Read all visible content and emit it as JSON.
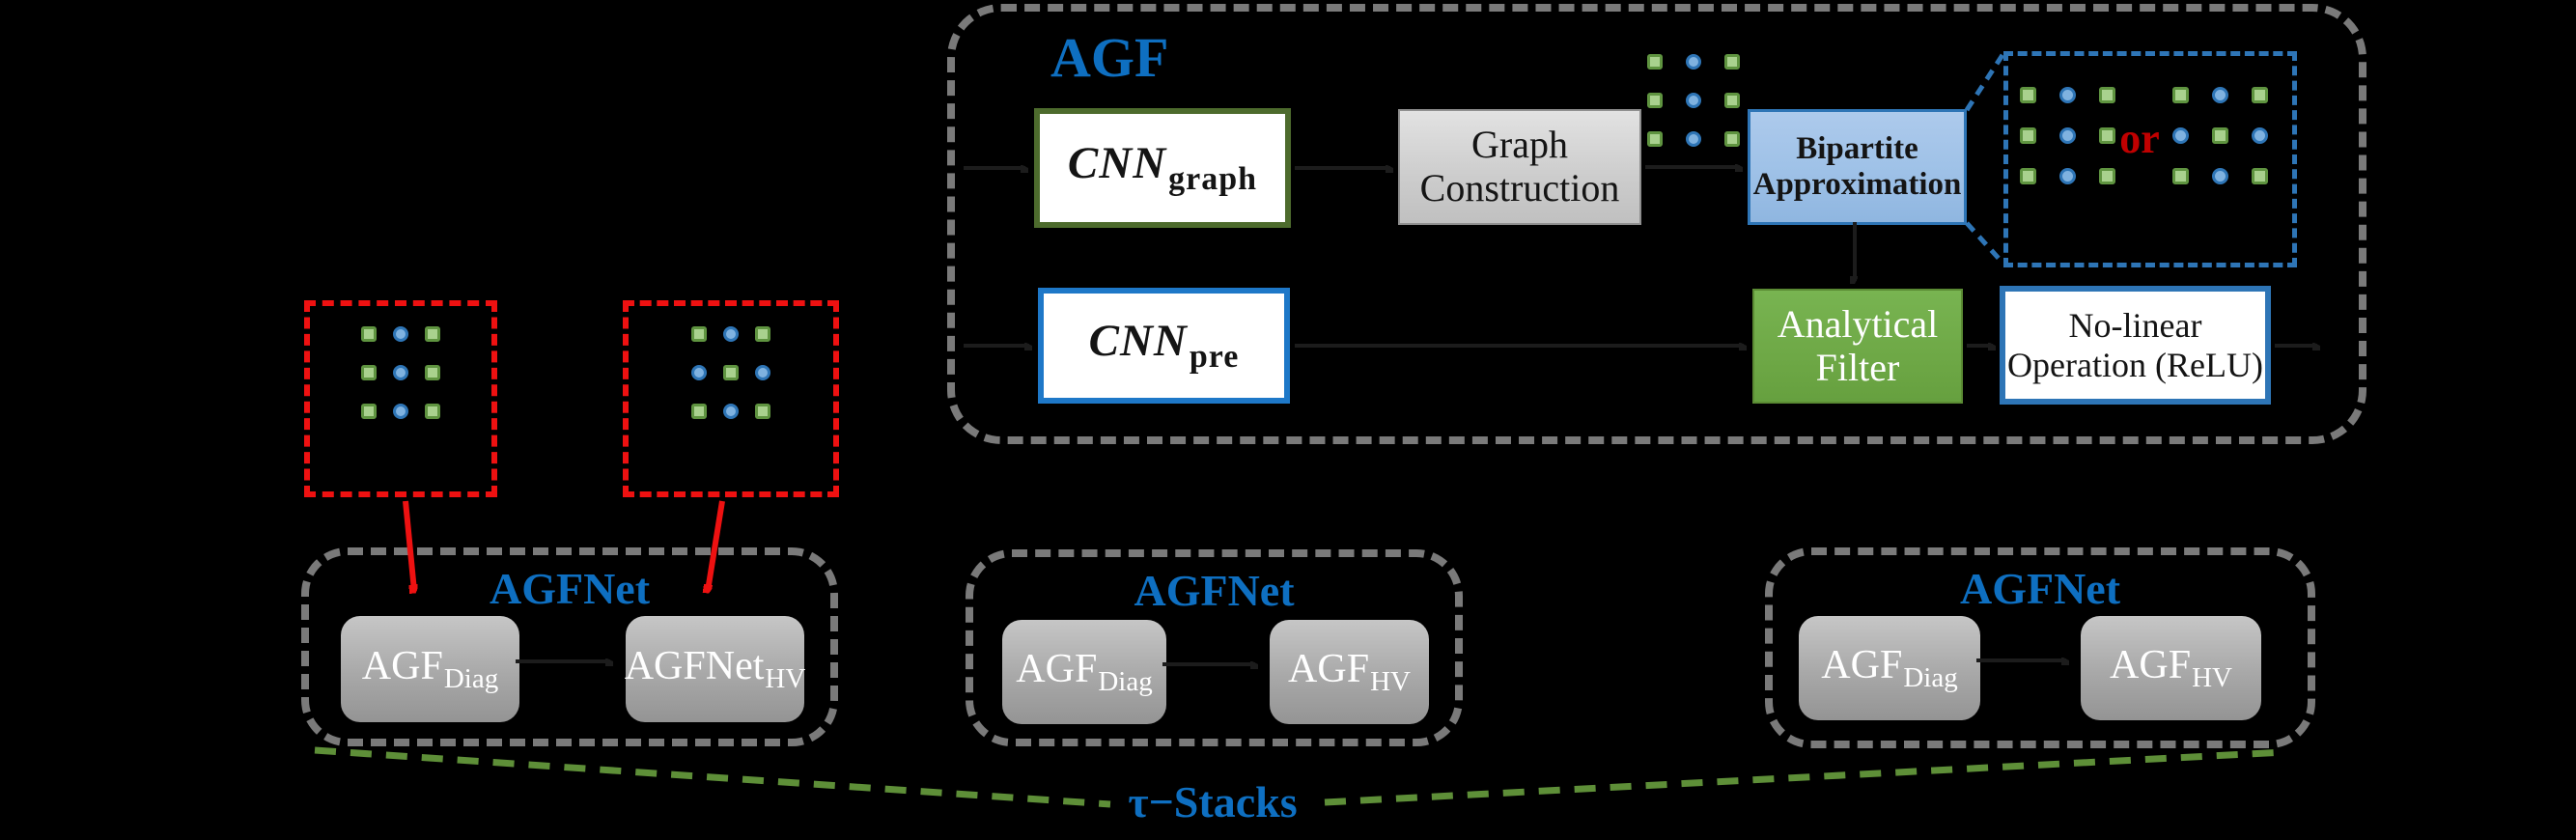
{
  "agf_module": {
    "title": "AGF",
    "cnn_graph": {
      "main": "CNN",
      "sub": "graph"
    },
    "graph_construction": {
      "line1": "Graph",
      "line2": "Construction"
    },
    "bipartite": {
      "line1": "Bipartite",
      "line2": "Approximation"
    },
    "or_label": "or",
    "cnn_pre": {
      "main": "CNN",
      "sub": "pre"
    },
    "analytical_filter": {
      "line1": "Analytical",
      "line2": "Filter"
    },
    "nonlinear_operation": {
      "line1": "No-linear",
      "line2": "Operation (ReLU)"
    }
  },
  "grids": {
    "vertical": [
      [
        "g",
        "b",
        "g"
      ],
      [
        "g",
        "b",
        "g"
      ],
      [
        "g",
        "b",
        "g"
      ]
    ],
    "checker": [
      [
        "g",
        "b",
        "g"
      ],
      [
        "b",
        "g",
        "b"
      ],
      [
        "g",
        "b",
        "g"
      ]
    ]
  },
  "agfnet_blocks": [
    {
      "title": "AGFNet",
      "left_unit": {
        "main": "AGF",
        "sub": "Diag"
      },
      "right_unit": {
        "main": "AGFNet",
        "sub": "HV"
      }
    },
    {
      "title": "AGFNet",
      "left_unit": {
        "main": "AGF",
        "sub": "Diag"
      },
      "right_unit": {
        "main": "AGF",
        "sub": "HV"
      }
    },
    {
      "title": "AGFNet",
      "left_unit": {
        "main": "AGF",
        "sub": "Diag"
      },
      "right_unit": {
        "main": "AGF",
        "sub": "HV"
      }
    }
  ],
  "tau_stacks_label": "τ−Stacks",
  "icons": {
    "green_square_node": "green-square",
    "blue_circle_node": "blue-circle"
  },
  "colors": {
    "background": "#000000",
    "accent_blue_text": "#0e6fc1",
    "box_border_blue": "#2e75b6",
    "cnn_graph_border_green": "#4d6b2d",
    "cnn_pre_border_blue": "#1e78c8",
    "analytical_filter_green": "#70ad47",
    "node_green_fill": "#a9d18e",
    "node_green_border": "#5f9440",
    "node_blue_fill": "#7fb2e0",
    "node_blue_border": "#2e75b6",
    "red_dashed": "#ee1111",
    "or_red": "#c00000",
    "container_dash_gray": "#7a7a7a",
    "unit_box_gray": "#aaaaaa",
    "tau_line_green": "#5e8f38"
  }
}
